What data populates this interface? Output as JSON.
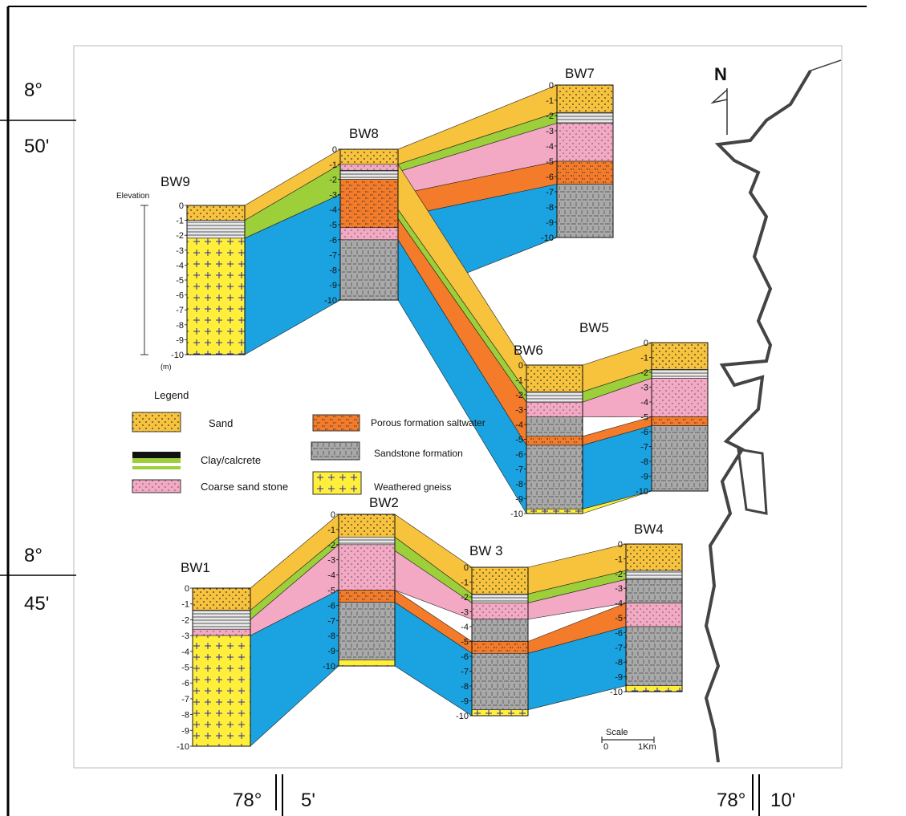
{
  "coordinates": {
    "lat_top_deg": "8°",
    "lat_top_min": "50'",
    "lat_bottom_deg": "8°",
    "lat_bottom_min": "45'",
    "lon_left_deg": "78°",
    "lon_left_min": "5'",
    "lon_right_deg": "78°",
    "lon_right_min": "10'"
  },
  "north_label": "N",
  "scale": {
    "title": "Scale",
    "start": "0",
    "end": "1Km"
  },
  "elevation": {
    "label": "Elevation",
    "unit": "(m)"
  },
  "legend": {
    "title": "Legend",
    "items": [
      {
        "id": "sand",
        "label": "Sand"
      },
      {
        "id": "clay",
        "label": "Clay/calcrete"
      },
      {
        "id": "coarse",
        "label": "Coarse sand stone"
      },
      {
        "id": "porous",
        "label": "Porous formation saltwater"
      },
      {
        "id": "sandstone",
        "label": "Sandstone formation"
      },
      {
        "id": "gneiss",
        "label": "Weathered gneiss"
      }
    ]
  },
  "colors": {
    "sand": "#f7c23c",
    "clay": "#9ccf3a",
    "coarse": "#f3a9c3",
    "porous": "#f47b2a",
    "sandstone": "#a9a9a9",
    "gneiss": "#ffef3a",
    "saturated": "#1aa3e0",
    "coast": "#444444"
  },
  "depth_ticks": [
    "0",
    "-1",
    "-2",
    "-3",
    "-4",
    "-5",
    "-6",
    "-7",
    "-8",
    "-9",
    "-10"
  ],
  "boreholes": [
    {
      "name": "BW9",
      "layers": [
        [
          "sand",
          0,
          1
        ],
        [
          "clay",
          1,
          2.2
        ],
        [
          "gneiss",
          2.2,
          10
        ]
      ]
    },
    {
      "name": "BW8",
      "layers": [
        [
          "sand",
          0,
          1
        ],
        [
          "coarse",
          1,
          1.4
        ],
        [
          "clay",
          1.4,
          2
        ],
        [
          "porous",
          2,
          5.2
        ],
        [
          "coarse",
          5.2,
          6
        ],
        [
          "sandstone",
          6,
          10
        ]
      ]
    },
    {
      "name": "BW7",
      "layers": [
        [
          "sand",
          0,
          1.8
        ],
        [
          "clay",
          1.8,
          2.5
        ],
        [
          "coarse",
          2.5,
          5
        ],
        [
          "porous",
          5,
          6.5
        ],
        [
          "sandstone",
          6.5,
          10
        ]
      ]
    },
    {
      "name": "BW6",
      "layers": [
        [
          "sand",
          0,
          1.8
        ],
        [
          "clay",
          1.8,
          2.5
        ],
        [
          "coarse",
          2.5,
          3.5
        ],
        [
          "sandstone",
          3.5,
          4.8
        ],
        [
          "porous",
          4.8,
          5.4
        ],
        [
          "sandstone",
          5.4,
          9.7
        ],
        [
          "gneiss",
          9.7,
          10
        ]
      ]
    },
    {
      "name": "BW5",
      "layers": [
        [
          "sand",
          0,
          1.8
        ],
        [
          "clay",
          1.8,
          2.4
        ],
        [
          "coarse",
          2.4,
          5
        ],
        [
          "porous",
          5,
          5.6
        ],
        [
          "sandstone",
          5.6,
          10
        ]
      ]
    },
    {
      "name": "BW1",
      "layers": [
        [
          "sand",
          0,
          1.4
        ],
        [
          "clay",
          1.4,
          2.6
        ],
        [
          "coarse",
          2.6,
          3
        ],
        [
          "gneiss",
          3,
          10
        ]
      ]
    },
    {
      "name": "BW2",
      "layers": [
        [
          "sand",
          0,
          1.5
        ],
        [
          "clay",
          1.5,
          2
        ],
        [
          "coarse",
          2,
          5
        ],
        [
          "porous",
          5,
          5.8
        ],
        [
          "sandstone",
          5.8,
          9.6
        ],
        [
          "gneiss",
          9.6,
          10
        ]
      ]
    },
    {
      "name": "BW 3",
      "layers": [
        [
          "sand",
          0,
          1.8
        ],
        [
          "clay",
          1.8,
          2.4
        ],
        [
          "coarse",
          2.4,
          3.5
        ],
        [
          "sandstone",
          3.5,
          5
        ],
        [
          "porous",
          5,
          5.8
        ],
        [
          "sandstone",
          5.8,
          9.6
        ],
        [
          "gneiss",
          9.6,
          10
        ]
      ]
    },
    {
      "name": "BW4",
      "layers": [
        [
          "sand",
          0,
          1.8
        ],
        [
          "clay",
          1.8,
          2.4
        ],
        [
          "sandstone",
          2.4,
          4
        ],
        [
          "coarse",
          4,
          5.6
        ],
        [
          "sandstone",
          5.6,
          9.6
        ],
        [
          "gneiss",
          9.6,
          10
        ]
      ]
    }
  ]
}
